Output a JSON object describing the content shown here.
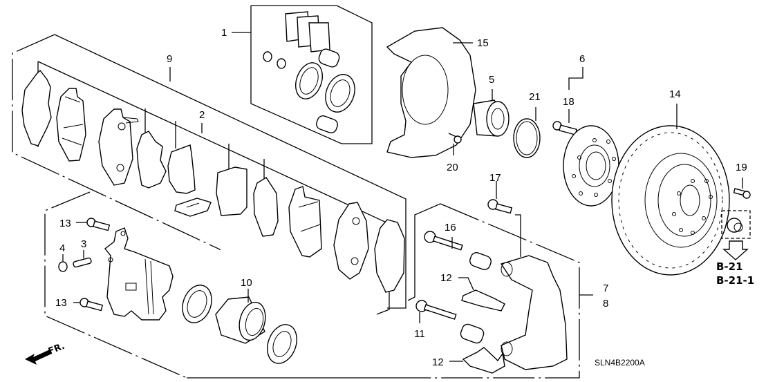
{
  "diagram": {
    "title": "Front Brake Assembly Exploded View",
    "drawing_code": "SLN4B2200A",
    "direction_indicator": "FR.",
    "reference_pages": [
      "B-21",
      "B-21-1"
    ],
    "callouts": [
      {
        "id": "1",
        "label": "1",
        "part": "caliper-seal-kit"
      },
      {
        "id": "2",
        "label": "2",
        "part": "brake-pad-set"
      },
      {
        "id": "3",
        "label": "3",
        "part": "bleeder-screw"
      },
      {
        "id": "4",
        "label": "4",
        "part": "bleeder-cap"
      },
      {
        "id": "5",
        "label": "5",
        "part": "wheel-bearing"
      },
      {
        "id": "6",
        "label": "6",
        "part": "hub-assembly"
      },
      {
        "id": "7",
        "label": "7",
        "part": "caliper-bracket-right"
      },
      {
        "id": "8",
        "label": "8",
        "part": "caliper-bracket-left"
      },
      {
        "id": "9",
        "label": "9",
        "part": "pad-set-with-shims"
      },
      {
        "id": "10",
        "label": "10",
        "part": "piston"
      },
      {
        "id": "11",
        "label": "11",
        "part": "guide-pin-lower"
      },
      {
        "id": "12a",
        "label": "12",
        "part": "pad-retainer-upper"
      },
      {
        "id": "12b",
        "label": "12",
        "part": "pad-retainer-lower"
      },
      {
        "id": "13a",
        "label": "13",
        "part": "caliper-bolt-upper"
      },
      {
        "id": "13b",
        "label": "13",
        "part": "caliper-bolt-lower"
      },
      {
        "id": "14",
        "label": "14",
        "part": "brake-disc"
      },
      {
        "id": "15",
        "label": "15",
        "part": "splash-guard"
      },
      {
        "id": "16",
        "label": "16",
        "part": "guide-pin-upper"
      },
      {
        "id": "17",
        "label": "17",
        "part": "bracket-bolt"
      },
      {
        "id": "18",
        "label": "18",
        "part": "hub-bolt"
      },
      {
        "id": "19",
        "label": "19",
        "part": "disc-screw"
      },
      {
        "id": "20",
        "label": "20",
        "part": "splash-guard-bolt"
      },
      {
        "id": "21",
        "label": "21",
        "part": "snap-ring"
      }
    ]
  }
}
